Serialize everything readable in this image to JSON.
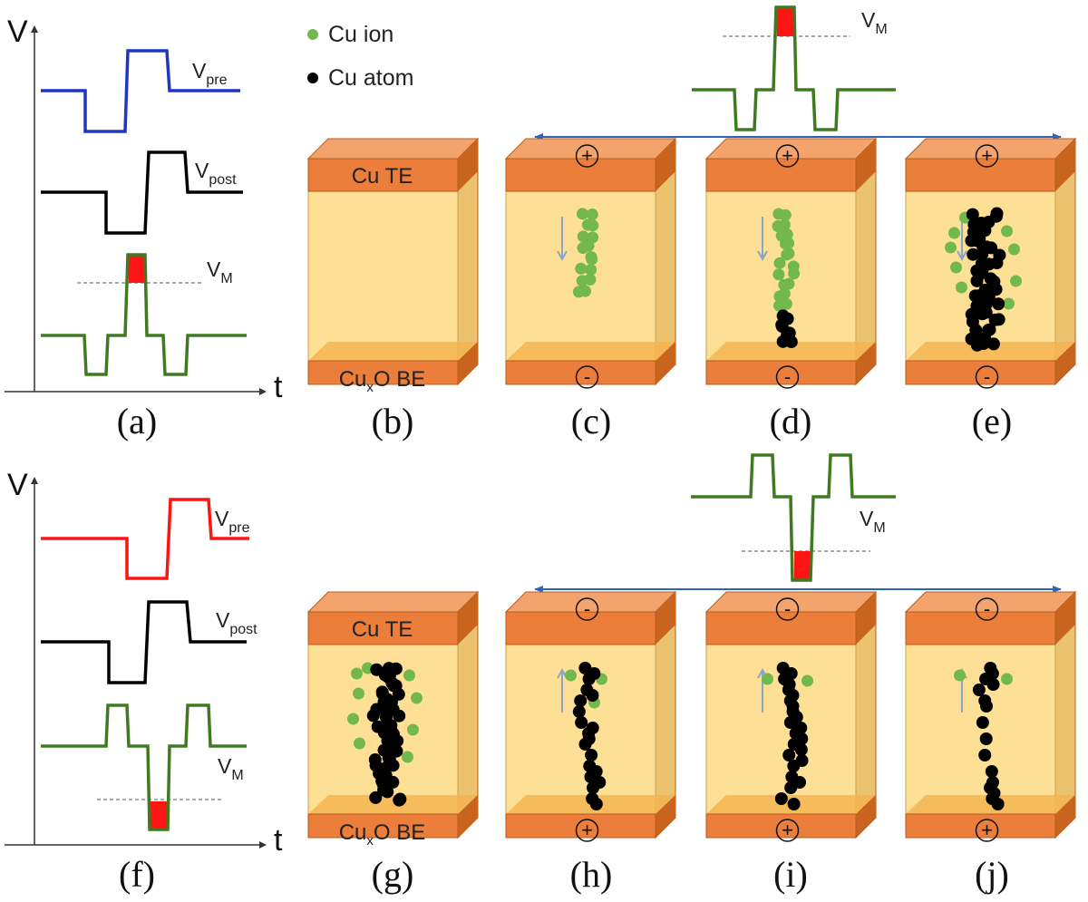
{
  "colors": {
    "cu_ion": "#72b84c",
    "cu_atom": "#000000",
    "electrode_front": "#ea7e3a",
    "electrode_top": "#f2a46c",
    "electrode_side": "#c9641f",
    "oxide_front": "#fde096",
    "oxide_side": "#ebc36e",
    "v_pre_top": "#1f35c4",
    "v_pre_bottom": "#ff1414",
    "v_post": "#000000",
    "v_m": "#3f7a21",
    "overlap": "#ff1414",
    "axis": "#333333",
    "arrow": "#2d63b8",
    "drift_arrow": "#8aa5c8"
  },
  "legend": {
    "ion_label": "Cu ion",
    "atom_label": "Cu atom"
  },
  "axes": {
    "v_label": "V",
    "t_label": "t"
  },
  "signals": {
    "v_main": "V",
    "pre_sub": "pre",
    "post_sub": "post",
    "m_sub": "M"
  },
  "materials": {
    "top_electrode": "Cu TE",
    "bottom_main": "Cu",
    "bottom_sub": "x",
    "bottom_rest": "O BE"
  },
  "polarity": {
    "plus": "+",
    "minus": "-"
  },
  "panels": {
    "a": "(a)",
    "b": "(b)",
    "c": "(c)",
    "d": "(d)",
    "e": "(e)",
    "f": "(f)",
    "g": "(g)",
    "h": "(h)",
    "i": "(i)",
    "j": "(j)"
  }
}
